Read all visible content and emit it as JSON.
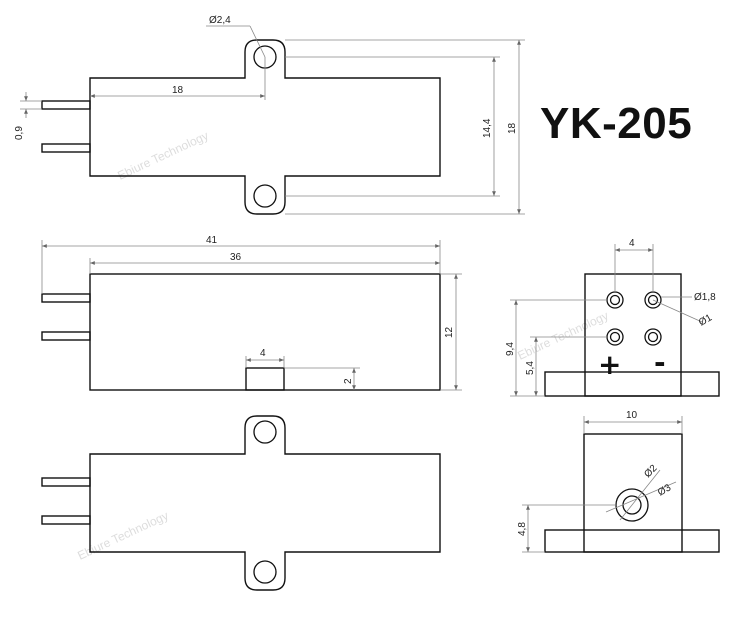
{
  "title": "YK-205",
  "watermark": "Ebiure Technology",
  "dimensions": {
    "top_hole_dia": "Ø2,4",
    "top_hole_offset": "18",
    "top_pin_spacing": "0,9",
    "top_hole_spacing": "14,4",
    "top_total_height": "18",
    "side_total_length": "41",
    "side_body_length": "36",
    "side_height": "12",
    "side_slot_width": "4",
    "side_slot_depth": "2",
    "end_hole_spacing": "4",
    "end_hole_outer_dia": "Ø1,8",
    "end_hole_inner_dia": "Ø1",
    "end_height": "9,4",
    "end_lower_height": "5,4",
    "rear_width": "10",
    "rear_inner_dia": "Ø2",
    "rear_outer_dia": "Ø3",
    "rear_height": "4,8"
  },
  "terminals": {
    "plus": "+",
    "minus": "-"
  }
}
